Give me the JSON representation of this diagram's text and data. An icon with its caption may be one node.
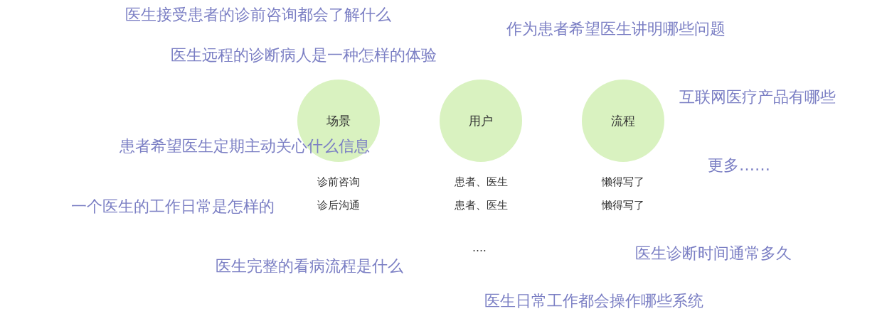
{
  "diagram": {
    "nodes": [
      {
        "text": [
          "场景"
        ],
        "beside": [
          "诊前咨询",
          "诊后沟通"
        ]
      },
      {
        "text": [
          "用户"
        ],
        "beside": [
          "患者、医生",
          "患者、医生"
        ]
      },
      {
        "text": [
          "流程"
        ],
        "beside": [
          "懒得写了",
          "懒得写了"
        ]
      }
    ],
    "edges": [],
    "labels": [
      "医生接受患者的诊前咨询都会了解什么",
      "作为患者希望医生讲明哪些问题",
      "医生远程的诊断病人是一种怎样的体验",
      "互联网医疗产品有哪些",
      "患者希望医生定期主动关心什么信息",
      "更多……",
      "一个医生的工作日常是怎样的",
      "….",
      "医生诊断时间通常多久",
      "医生完整的看病流程是什么",
      "医生日常工作都会操作哪些系统"
    ]
  }
}
